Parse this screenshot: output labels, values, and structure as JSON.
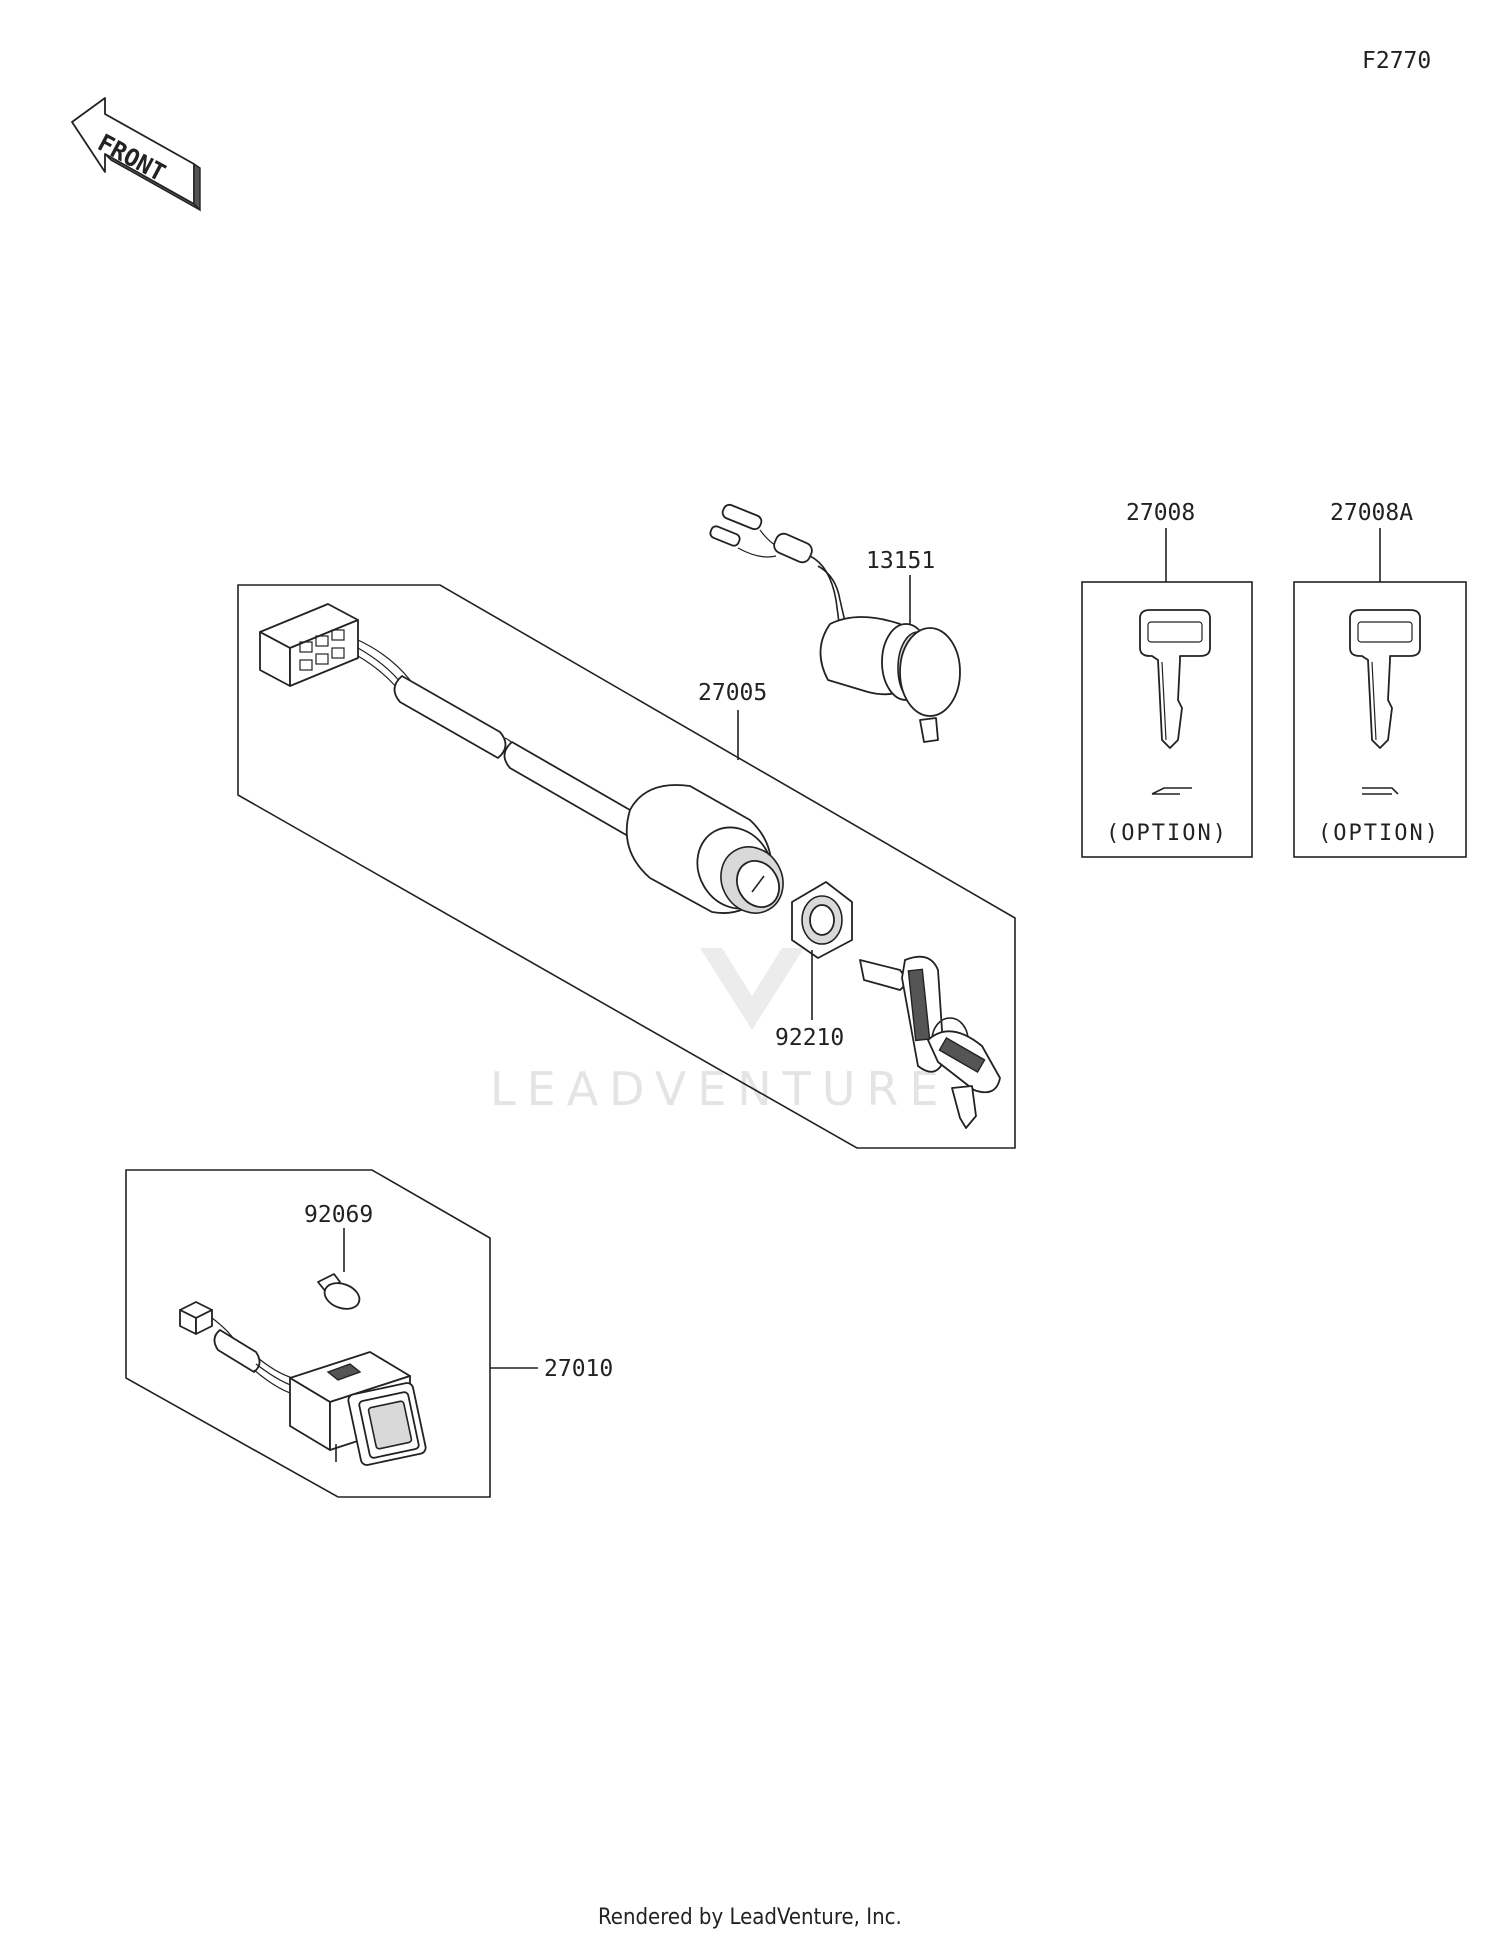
{
  "figure_code": "F2770",
  "front_label": "FRONT",
  "watermark": "LEADVENTURE",
  "footer": "Rendered by LeadVenture, Inc.",
  "parts": {
    "ignition_switch_assy": "27005",
    "socket": "13151",
    "nut": "92210",
    "key_blank": "27008",
    "key_blank_alt": "27008A",
    "switch_assy": "27010",
    "bulb": "92069"
  },
  "option_label": "(OPTION)"
}
